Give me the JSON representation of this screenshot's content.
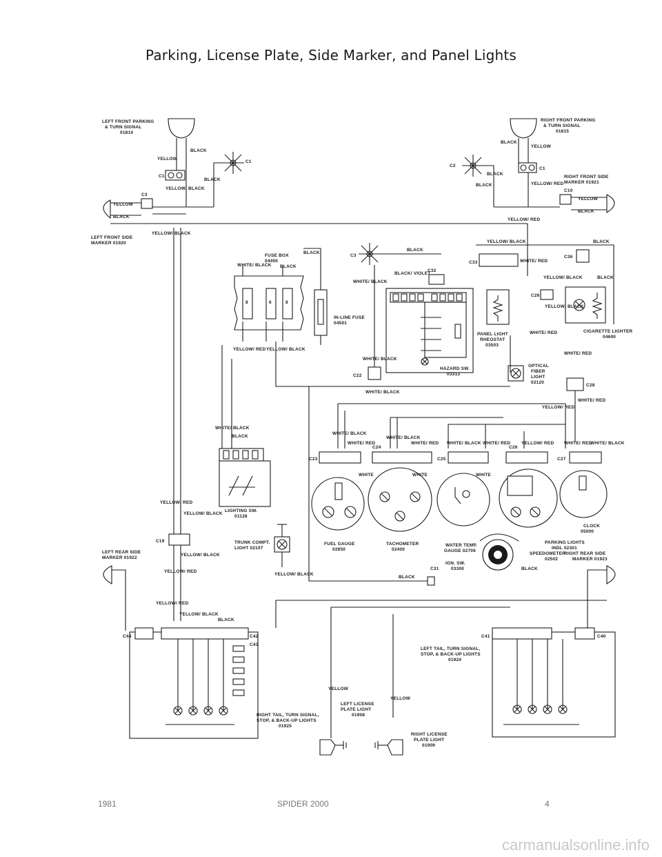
{
  "title": "Parking, License Plate, Side Marker, and Panel Lights",
  "footer": {
    "year": "1981",
    "model": "SPIDER 2000",
    "page": "4"
  },
  "watermark": "carmanualsonline.info",
  "labels": {
    "lf_park": [
      "LEFT FRONT PARKING",
      "& TURN SIGNAL",
      "01814"
    ],
    "rf_park": [
      "RIGHT FRONT PARKING",
      "& TURN SIGNAL",
      "01815"
    ],
    "lf_marker": [
      "LEFT FRONT SIDE",
      "MARKER 01920"
    ],
    "rf_marker": [
      "RIGHT FRONT SIDE",
      "MARKER 01921"
    ],
    "fuse_box": [
      "FUSE BOX",
      "04400"
    ],
    "inline_fuse": [
      "IN-LINE FUSE",
      "04501"
    ],
    "hazard": [
      "HAZARD SW.",
      "03313"
    ],
    "panel_rheo": [
      "PANEL LIGHT",
      "RHEOSTAT",
      "03503"
    ],
    "cig": [
      "CIGARETTE LIGHTER",
      "04600"
    ],
    "optical": [
      "OPTICAL",
      "FIBER",
      "LIGHT",
      "02120"
    ],
    "lighting_sw": [
      "LIGHTING SW.",
      "01128"
    ],
    "trunk": [
      "TRUNK COMPT.",
      "LIGHT 02107"
    ],
    "fuel": [
      "FUEL GAUGE",
      "02850"
    ],
    "tach": [
      "TACHOMETER",
      "02400"
    ],
    "water": [
      "WATER TEMP.",
      "GAUGE 02706"
    ],
    "ign": [
      "IGN. SW.",
      "03300"
    ],
    "parking_lights": [
      "PARKING LIGHTS",
      "INDL 02301"
    ],
    "speedo": [
      "SPEEDOMETER",
      "02502"
    ],
    "clock": [
      "CLOCK",
      "05000"
    ],
    "lr_marker": [
      "LEFT REAR SIDE",
      "MARKER 01922"
    ],
    "rr_marker": [
      "RIGHT REAR SIDE",
      "MARKER 01923"
    ],
    "left_tail": [
      "LEFT TAIL, TURN SIGNAL,",
      "STOP, & BACK-UP LIGHTS",
      "01924"
    ],
    "right_tail": [
      "RIGHT TAIL, TURN SIGNAL,",
      "STOP, & BACK-UP LIGHTS",
      "01925"
    ],
    "left_license": [
      "LEFT LICENSE",
      "PLATE LIGHT",
      "01908"
    ],
    "right_license": [
      "RIGHT LICENSE",
      "PLATE LIGHT",
      "01909"
    ]
  },
  "connectors": {
    "c1": "C1",
    "c2": "C2",
    "c3": "C3",
    "c10": "C10",
    "c19": "C19",
    "c22": "C22",
    "c23": "C23",
    "c24": "C24",
    "c25": "C25",
    "c26": "C26",
    "c27": "C27",
    "c28": "C28",
    "c31": "C31",
    "c32": "C32",
    "c33": "C33",
    "c36": "C36",
    "c40": "C40",
    "c41": "C41",
    "c42": "C42",
    "c43": "C43",
    "c44": "C44"
  },
  "wires": {
    "yellow": "YELLOW",
    "black": "BLACK",
    "yellow_black": "YELLOW/ BLACK",
    "yellow_red": "YELLOW/ RED",
    "white_black": "WHITE/ BLACK",
    "white_red": "WHITE/ RED",
    "black_violet": "BLACK/ VIOLET",
    "white": "WHITE"
  }
}
